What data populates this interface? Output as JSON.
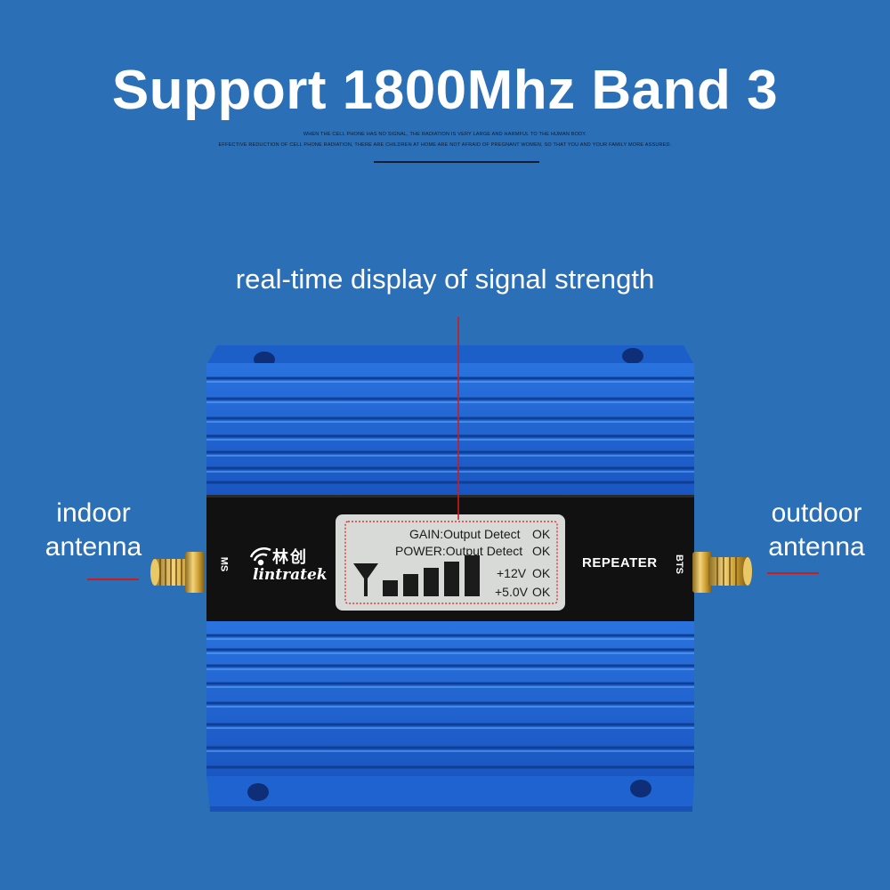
{
  "header": {
    "title": "Support 1800Mhz Band 3",
    "fine_line_1": "WHEN THE CELL PHONE HAS NO SIGNAL, THE RADIATION IS VERY LARGE AND HARMFUL TO THE HUMAN BODY.",
    "fine_line_2": "EFFECTIVE REDUCTION OF CELL PHONE RADIATION, THERE ARE CHILDREN AT HOME ARE NOT AFRAID OF PREGNANT WOMEN, SO THAT YOU AND YOUR FAMILY MORE ASSURED."
  },
  "callouts": {
    "display": "real-time display of signal strength",
    "indoor_line1": "indoor",
    "indoor_line2": "antenna",
    "outdoor_line1": "outdoor",
    "outdoor_line2": "antenna"
  },
  "device": {
    "logo_cn": "林创",
    "logo_en": "lintratek",
    "port_left": "MS",
    "port_right": "BTS",
    "model_label": "REPEATER",
    "signal_bars_lit": 5,
    "signal_bars_total": 5,
    "lcd": {
      "gain": "GAIN:Output Detect",
      "gain_status": "OK",
      "power": "POWER:Output Detect",
      "power_status": "OK",
      "v12": "+12V",
      "v12_status": "OK",
      "v5": "+5.0V",
      "v5_status": "OK"
    }
  },
  "colors": {
    "background": "#2b6fb7",
    "device_blue": "#1f63d1",
    "panel_black": "#111111",
    "lcd": "#d8dad7",
    "pointer_red": "#d11a1a"
  }
}
